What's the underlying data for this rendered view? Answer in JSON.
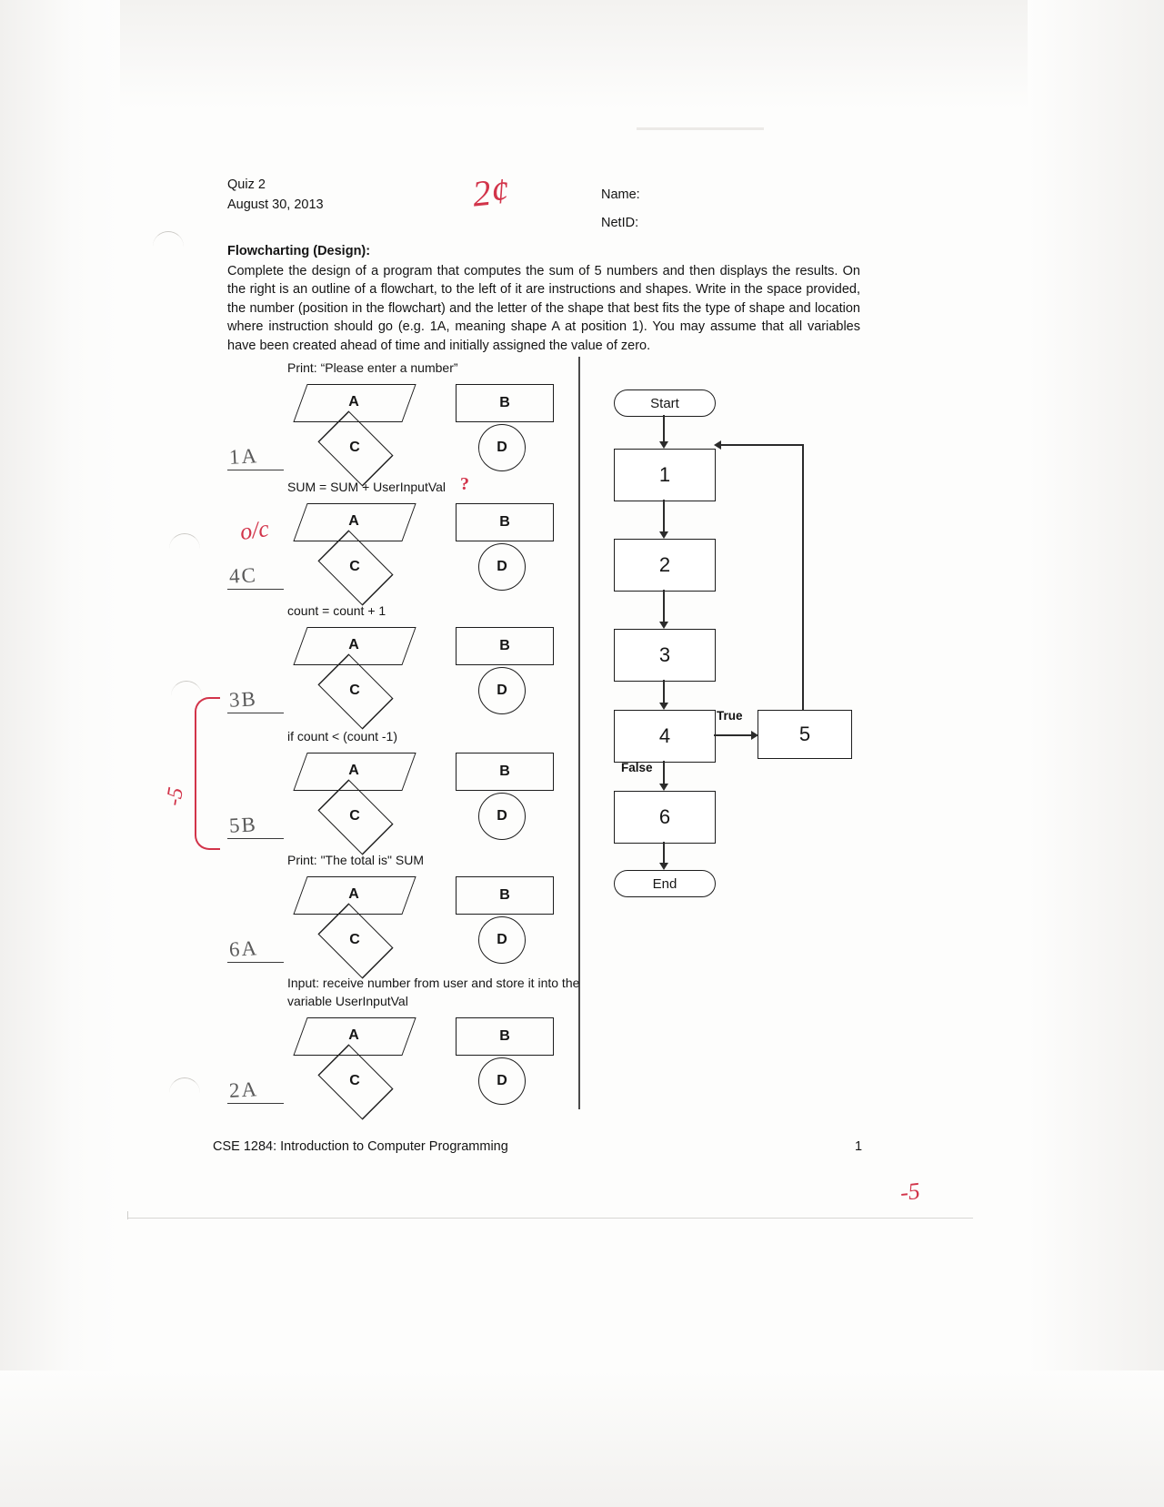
{
  "header": {
    "quiz_title": "Quiz 2",
    "date": "August 30, 2013",
    "name_label": "Name:",
    "netid_label": "NetID:",
    "grader_score": "2¢"
  },
  "instructions": {
    "title": "Flowcharting (Design):",
    "body": "Complete the design of a program that computes the sum of 5 numbers and then displays the results. On the right is an outline of a flowchart, to the left of it are instructions and shapes. Write in the space provided, the number (position in the flowchart) and the letter of the shape that best fits the type of shape and location where instruction should go (e.g. 1A, meaning shape A at position 1). You may assume that all variables have been created ahead of time and initially assigned the value of zero."
  },
  "shape_letters": {
    "parallelogram": "A",
    "rectangle": "B",
    "diamond": "C",
    "circle": "D"
  },
  "questions": [
    {
      "prompt": "Print: “Please enter a number”",
      "answer": "1A"
    },
    {
      "prompt": "SUM = SUM + UserInputVal",
      "answer": "4C"
    },
    {
      "prompt": "count = count + 1",
      "answer": "3B"
    },
    {
      "prompt": "if count < (count -1)",
      "answer": "5B"
    },
    {
      "prompt": "Print: \"The total is\" SUM",
      "answer": "6A"
    },
    {
      "prompt": "Input: receive number from user and store it into the variable UserInputVal",
      "answer": "2A"
    }
  ],
  "grader_marks": {
    "ok_mark": "o/c",
    "question_mark": "?",
    "minus_five_upper": "-5",
    "minus_five_bottom": "-5"
  },
  "flowchart": {
    "start_label": "Start",
    "end_label": "End",
    "nodes": [
      "1",
      "2",
      "3",
      "4",
      "5",
      "6"
    ],
    "true_label": "True",
    "false_label": "False"
  },
  "footer": {
    "course": "CSE 1284: Introduction to Computer Programming",
    "page_number": "1"
  },
  "colors": {
    "ink_black": "#1d1d1d",
    "grader_red": "#d2344a",
    "pencil_grey": "#5a5a5a"
  }
}
